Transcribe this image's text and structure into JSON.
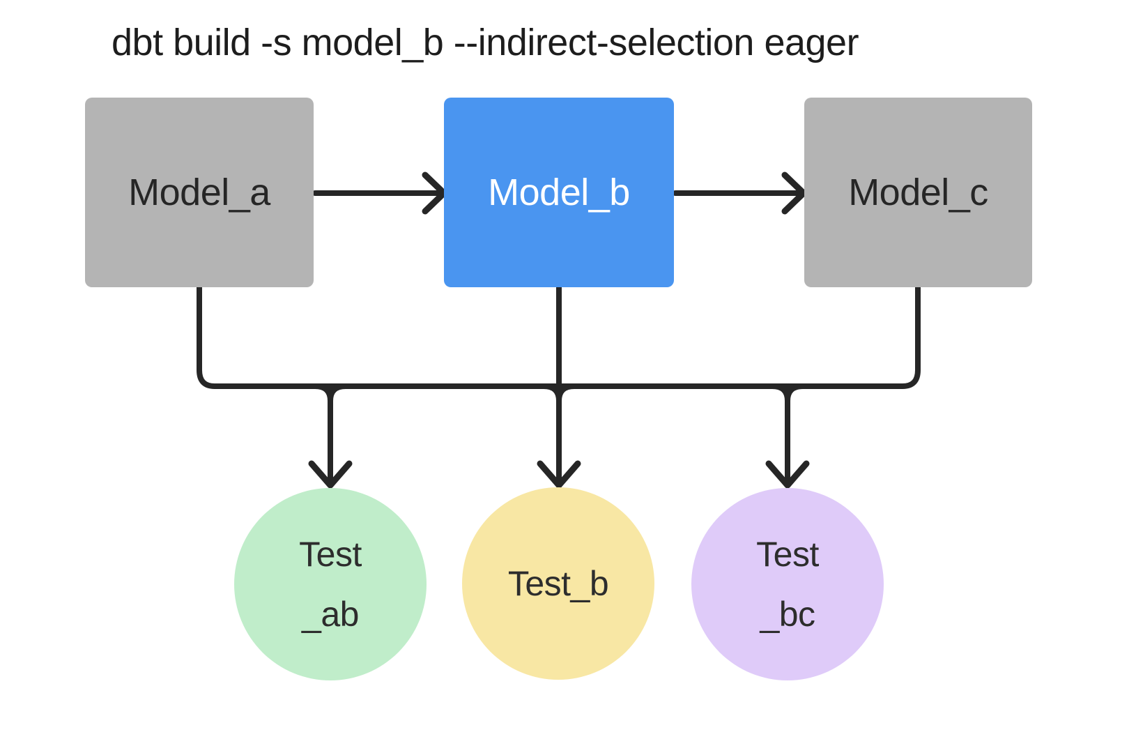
{
  "title": "dbt build -s model_b --indirect-selection eager",
  "colors": {
    "background": "#ffffff",
    "connector": "#262626",
    "model_gray": "#b4b4b4",
    "model_blue": "#4a95f0",
    "test_green": "#c0edca",
    "test_yellow": "#f8e7a4",
    "test_purple": "#dfcbf9"
  },
  "models": [
    {
      "id": "model_a",
      "label": "Model_a",
      "fill": "#b4b4b4",
      "text_color": "#262626"
    },
    {
      "id": "model_b",
      "label": "Model_b",
      "fill": "#4a95f0",
      "text_color": "#ffffff"
    },
    {
      "id": "model_c",
      "label": "Model_c",
      "fill": "#b4b4b4",
      "text_color": "#262626"
    }
  ],
  "tests": [
    {
      "id": "test_ab",
      "lines": [
        "Test",
        "_ab"
      ],
      "fill": "#c0edca",
      "text_color": "#2d2d2d"
    },
    {
      "id": "test_b",
      "lines": [
        "Test_b"
      ],
      "fill": "#f8e7a4",
      "text_color": "#2d2d2d"
    },
    {
      "id": "test_bc",
      "lines": [
        "Test",
        "_bc"
      ],
      "fill": "#dfcbf9",
      "text_color": "#2d2d2d"
    }
  ],
  "edges": [
    {
      "from": "Model_a",
      "to": "Model_b"
    },
    {
      "from": "Model_b",
      "to": "Model_c"
    },
    {
      "from": "Model_a",
      "to": "Test_ab"
    },
    {
      "from": "Model_b",
      "to": "Test_ab"
    },
    {
      "from": "Model_b",
      "to": "Test_b"
    },
    {
      "from": "Model_b",
      "to": "Test_bc"
    },
    {
      "from": "Model_c",
      "to": "Test_bc"
    }
  ]
}
